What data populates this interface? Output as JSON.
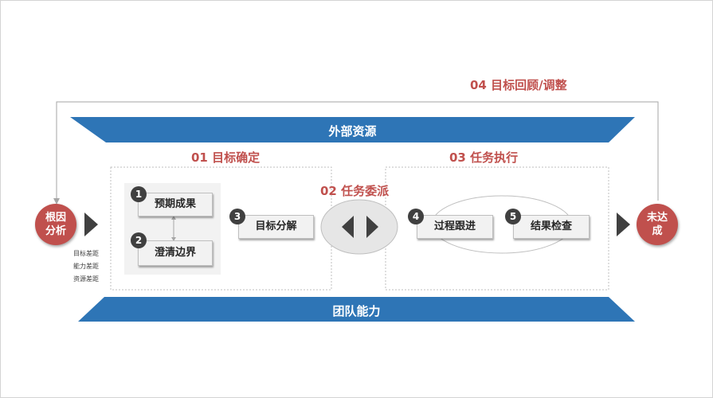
{
  "diagram": {
    "loop_label": "04 目标回顾/调整",
    "top_band_label": "外部资源",
    "bottom_band_label": "团队能力",
    "phase1_title": "01 目标确定",
    "phase2_title": "02 任务委派",
    "phase3_title": "03 任务执行",
    "start_node": "根因\n分析",
    "end_node": "未达\n成",
    "gaps": [
      "目标差距",
      "能力差距",
      "资源差距"
    ],
    "steps": [
      {
        "num": "1",
        "label": "预期成果"
      },
      {
        "num": "2",
        "label": "澄清边界"
      },
      {
        "num": "3",
        "label": "目标分解"
      },
      {
        "num": "4",
        "label": "过程跟进"
      },
      {
        "num": "5",
        "label": "结果检查"
      }
    ],
    "colors": {
      "band": "#2e75b6",
      "accent": "#c0504d",
      "dark": "#404040"
    }
  }
}
